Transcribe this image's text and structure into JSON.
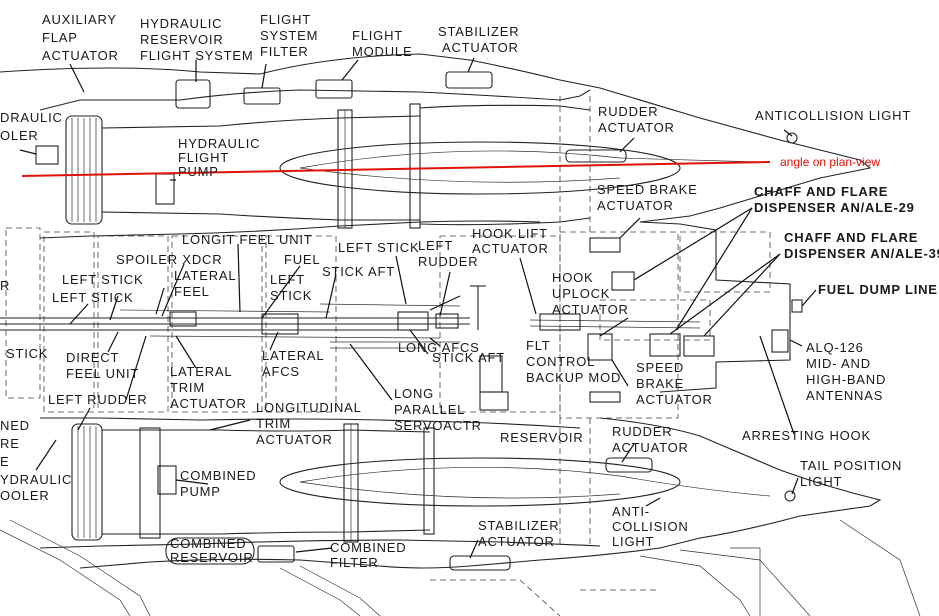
{
  "labels": {
    "auxiliary_flap_actuator": [
      "AUXILIARY",
      "FLAP",
      "ACTUATOR"
    ],
    "hydraulic_reservoir_flight_system": [
      "HYDRAULIC",
      "RESERVOIR",
      "FLIGHT SYSTEM"
    ],
    "flight_system_filter": [
      "FLIGHT",
      "SYSTEM",
      "FILTER"
    ],
    "flight_module": [
      "FLIGHT",
      "MODULE"
    ],
    "stabilizer_actuator_top": [
      "STABILIZER",
      "ACTUATOR"
    ],
    "hydraulic_cooler_top": [
      "DRAULIC",
      "OLER"
    ],
    "hydraulic_flight_pump": [
      "HYDRAULIC",
      "FLIGHT",
      "PUMP"
    ],
    "rudder_actuator_top": [
      "RUDDER",
      "ACTUATOR"
    ],
    "anticollision_light_top": "ANTICOLLISION LIGHT",
    "speed_brake_actuator_top": [
      "SPEED BRAKE",
      "ACTUATOR"
    ],
    "chaff_flare_29": [
      "CHAFF AND FLARE",
      "DISPENSER AN/ALE-29"
    ],
    "chaff_flare_39": [
      "CHAFF AND FLARE",
      "DISPENSER AN/ALE-39"
    ],
    "fuel_dump_line": "FUEL DUMP LINE",
    "alq_126": [
      "ALQ-126",
      "MID- AND",
      "HIGH-BAND",
      "ANTENNAS"
    ],
    "arresting_hook": "ARRESTING HOOK",
    "tail_position_light": [
      "TAIL POSITION",
      "LIGHT"
    ],
    "anti_collision_light_bottom": [
      "ANTI-",
      "COLLISION",
      "LIGHT"
    ],
    "rudder_actuator_bottom": [
      "RUDDER",
      "ACTUATOR"
    ],
    "stabilizer_actuator_bottom": [
      "STABILIZER",
      "ACTUATOR"
    ],
    "combined_filter": [
      "COMBINED",
      "FILTER"
    ],
    "combined_reservoir": [
      "COMBINED",
      "RESERVOIR"
    ],
    "combined_pump": [
      "COMBINED",
      "PUMP"
    ],
    "hydraulic_cooler_bottom": [
      "YDRAULIC",
      "OOLER"
    ],
    "left_rudder_bottom": "LEFT RUDDER",
    "longitudinal_trim_actuator": [
      "LONGITUDINAL",
      "TRIM",
      "ACTUATOR"
    ],
    "lateral_trim_actuator": [
      "LATERAL",
      "TRIM",
      "ACTUATOR"
    ],
    "direct_feel_unit": [
      "DIRECT",
      "FEEL UNIT"
    ],
    "lateral_afcs": [
      "LATERAL",
      "AFCS"
    ],
    "long_parallel_servoactr": [
      "LONG",
      "PARALLEL",
      "SERVOACTR"
    ],
    "reservoir": "RESERVOIR",
    "long_afcs": "LONG AFCS",
    "stick_aft_right": "STICK AFT",
    "flt_control_backup_mod": [
      "FLT",
      "CONTROL",
      "BACKUP MOD"
    ],
    "speed_brake_actuator_bottom": [
      "SPEED",
      "BRAKE",
      "ACTUATOR"
    ],
    "hook_uplock_actuator": [
      "HOOK",
      "UPLOCK",
      "ACTUATOR"
    ],
    "hook_lift_actuator": [
      "HOOK LIFT",
      "ACTUATOR"
    ],
    "left_rudder_top": [
      "LEFT",
      "RUDDER"
    ],
    "left_stick_top": "LEFT STICK",
    "stick_aft_top": "STICK AFT",
    "longit_feel_unit": "LONGIT FEEL UNIT",
    "spoiler_xdcr": "SPOILER XDCR",
    "lateral_feel": [
      "LATERAL",
      "FEEL"
    ],
    "fuel": "FUEL",
    "left_stick_mid": [
      "LEFT",
      "STICK"
    ],
    "left_stick_a": "LEFT STICK",
    "left_stick_b": "LEFT STICK",
    "stick_left_edge": "STICK",
    "r_left_edge": "R",
    "ned_re_e": [
      "NED",
      "RE",
      "E"
    ]
  },
  "annotation": {
    "text": "angle on plan-view",
    "color": "#e0120a"
  },
  "colors": {
    "ink": "#1a1a1a",
    "paper": "#ffffff",
    "annotation": "#e0120a"
  }
}
